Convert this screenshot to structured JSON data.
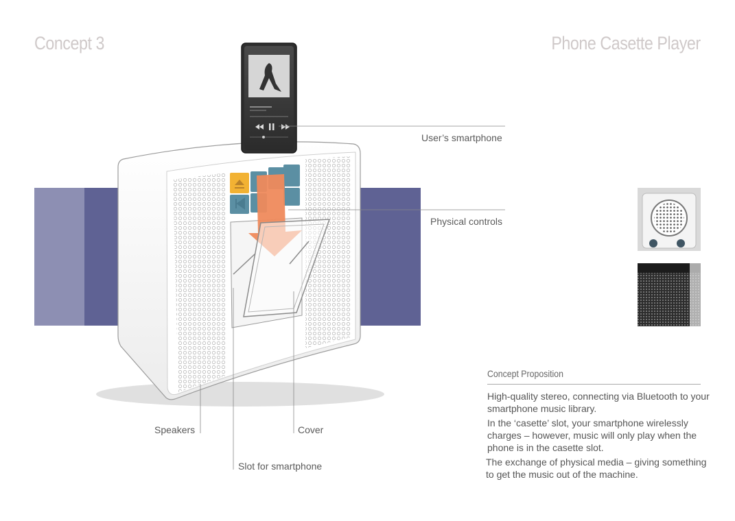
{
  "header": {
    "concept": "Concept 3",
    "product": "Phone Casette Player"
  },
  "callouts": {
    "smartphone": "User’s smartphone",
    "controls": "Physical controls",
    "speakers": "Speakers",
    "cover": "Cover",
    "slot": "Slot for smartphone"
  },
  "proposition": {
    "heading": "Concept Proposition",
    "p1": "High-quality stereo, connecting via Bluetooth to your smartphone music library.",
    "p2": "In the ‘casette’ slot, your smartphone wirelessly charges – however, music will only play when the phone is in the casette slot.",
    "p3": "The exchange of physical media – giving something to get the music out of the machine."
  },
  "colors": {
    "band": "#5f6294",
    "band_light": "#8d8fb3",
    "arrow": "#ef8a5c",
    "button_teal": "#5b8fa3",
    "button_yellow": "#f2b233"
  },
  "icons": [
    "eject-icon",
    "play-icon",
    "pause-icon",
    "rewind-icon",
    "fast-forward-icon",
    "skip-back-icon"
  ]
}
